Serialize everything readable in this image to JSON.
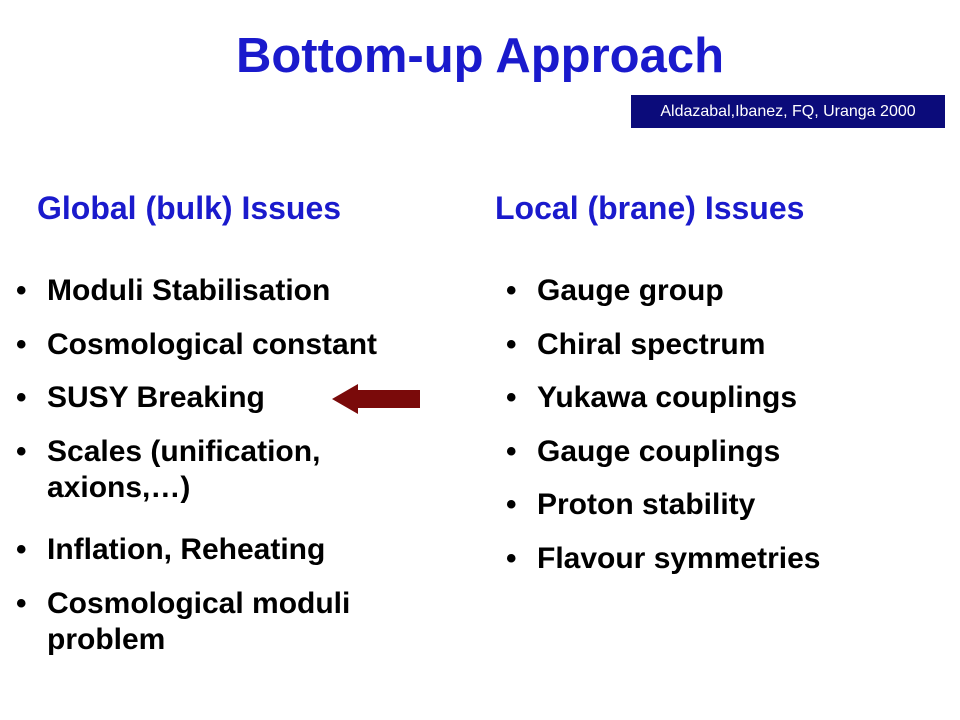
{
  "slide": {
    "title": "Bottom-up Approach",
    "citation": "Aldazabal,Ibanez, FQ, Uranga 2000",
    "bullet_glyph": "•",
    "colors": {
      "title": "#1a1acc",
      "citation_bg": "#0b0b7a",
      "arrow": "#7a0a0a"
    },
    "left_column": {
      "heading": "Global (bulk) Issues",
      "items": [
        {
          "line1": "Moduli Stabilisation",
          "line2": ""
        },
        {
          "line1": "Cosmological constant",
          "line2": ""
        },
        {
          "line1": "SUSY Breaking",
          "line2": ""
        },
        {
          "line1": "Scales (unification,",
          "line2": "axions,…)"
        },
        {
          "line1": "Inflation, Reheating",
          "line2": ""
        },
        {
          "line1": "Cosmological moduli",
          "line2": "problem"
        }
      ]
    },
    "right_column": {
      "heading": "Local (brane) Issues",
      "items": [
        {
          "line1": "Gauge group"
        },
        {
          "line1": "Chiral spectrum"
        },
        {
          "line1": "Yukawa couplings"
        },
        {
          "line1": "Gauge couplings"
        },
        {
          "line1": "Proton stability"
        },
        {
          "line1": "Flavour symmetries"
        }
      ]
    }
  }
}
